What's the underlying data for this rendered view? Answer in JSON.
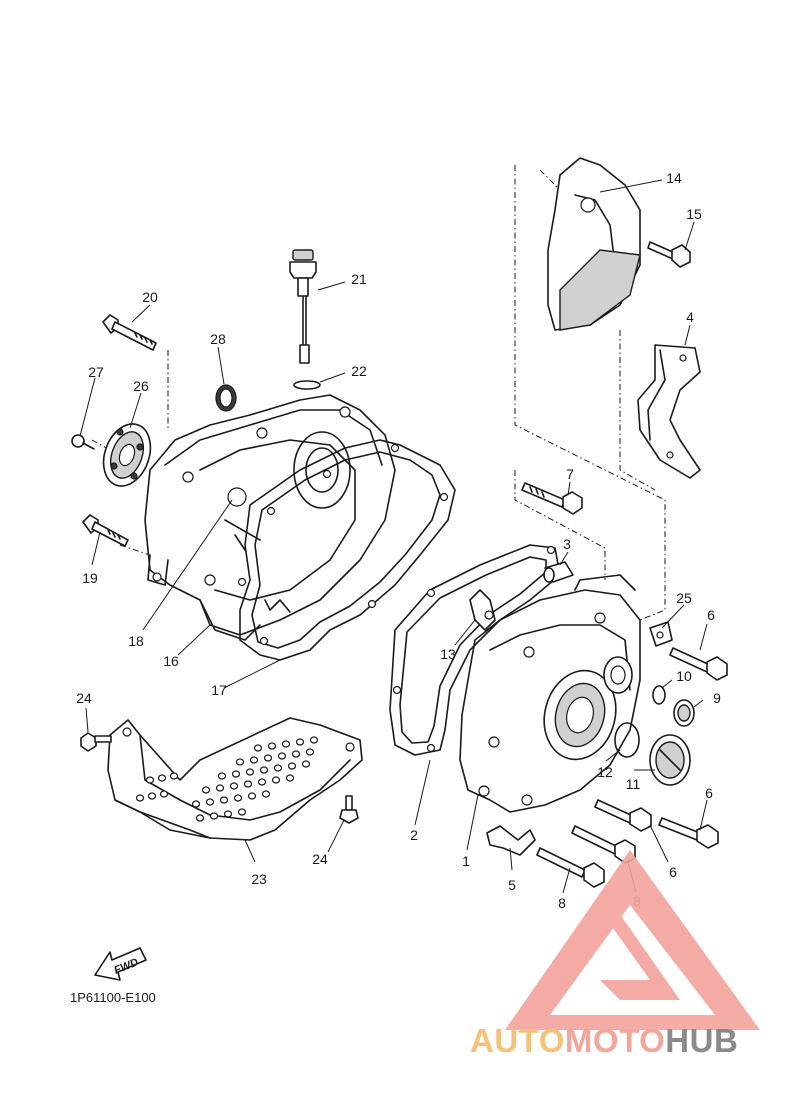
{
  "diagram_code": "1P61100-E100",
  "fwd_label": "FWD",
  "watermark": {
    "part1": "AUTO",
    "part2": "MOTO",
    "part3": "HUB",
    "color1": "#f5c27a",
    "color2": "#f4a59a",
    "color3": "#8a8a8a",
    "logo_color": "#f3a39c"
  },
  "callouts": {
    "c1": "1",
    "c2": "2",
    "c3": "3",
    "c4": "4",
    "c5": "5",
    "c6a": "6",
    "c6b": "6",
    "c6c": "6",
    "c7": "7",
    "c8a": "8",
    "c8b": "8",
    "c9": "9",
    "c10": "10",
    "c11": "11",
    "c12": "12",
    "c13": "13",
    "c14": "14",
    "c15": "15",
    "c16": "16",
    "c17": "17",
    "c18": "18",
    "c19": "19",
    "c20": "20",
    "c21": "21",
    "c22": "22",
    "c23": "23",
    "c24a": "24",
    "c24b": "24",
    "c25": "25",
    "c26": "26",
    "c27": "27",
    "c28": "28"
  }
}
